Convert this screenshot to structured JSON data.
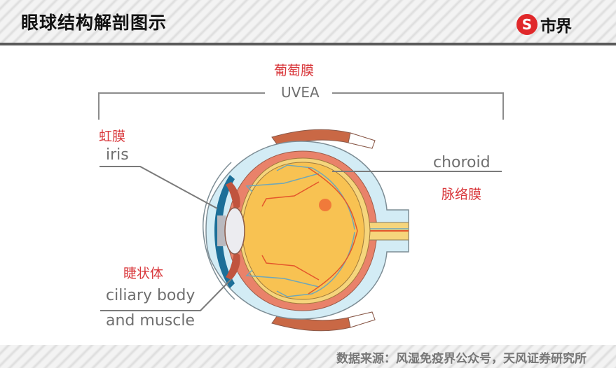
{
  "header": {
    "title": "眼球结构解剖图示",
    "logo": {
      "icon": "currency-s-icon",
      "mark": "S",
      "name": "市界",
      "brand_color": "#e0282a"
    }
  },
  "diagram": {
    "title_cn": "葡萄膜",
    "title_en": "UVEA",
    "labels": {
      "iris": {
        "cn": "虹膜",
        "en": "iris"
      },
      "choroid": {
        "cn": "脉络膜",
        "en": "choroid"
      },
      "ciliary": {
        "cn": "睫状体",
        "en_line1": "ciliary body",
        "en_line2": "and muscle"
      }
    },
    "colors": {
      "label_red": "#d9393d",
      "label_gray": "#6f6f6f",
      "sclera": "#d3ecf5",
      "choroid": "#e9826a",
      "vitreous": "#f8c252",
      "cornea_blue": "#1c6f98",
      "lens": "#e9e9ee",
      "muscle": "#c96845",
      "vessel_blue": "#6fa7b8",
      "vessel_red": "#e4562b"
    }
  },
  "footer": {
    "source": "数据来源：风湿免疫界公众号，天风证券研究所"
  }
}
